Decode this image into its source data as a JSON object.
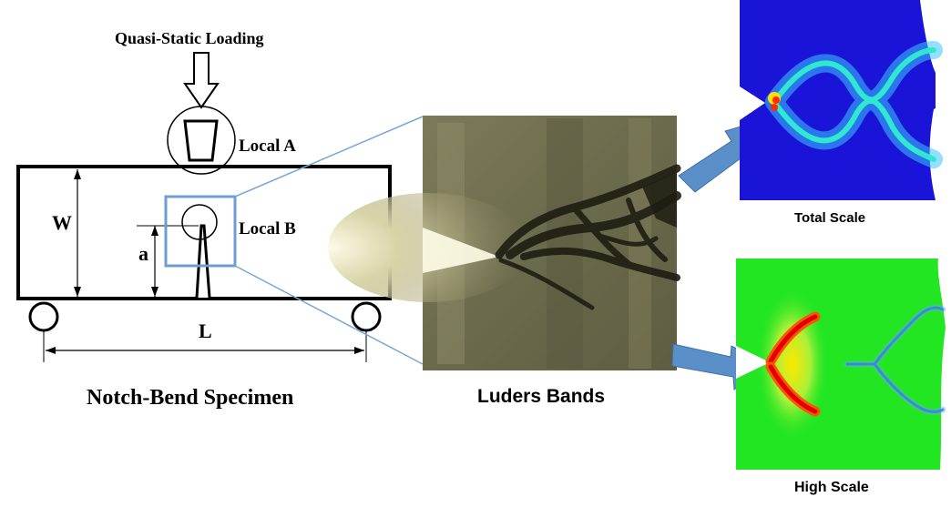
{
  "loading_label": "Quasi-Static Loading",
  "local_a_label": "Local A",
  "local_b_label": "Local B",
  "w_label": "W",
  "a_label": "a",
  "l_label": "L",
  "specimen_caption": "Notch-Bend Specimen",
  "luders_caption": "Luders Bands",
  "total_scale_caption": "Total Scale",
  "high_scale_caption": "High Scale",
  "colors": {
    "highlight_box": "#6c9fd0",
    "zoom_lines": "#7aa7d6",
    "arrow_fill": "#5b8fc9",
    "sim_background_total": "#1a14d8",
    "sim_background_high": "#22e622",
    "sim_hotspot": "#ff2a00"
  }
}
